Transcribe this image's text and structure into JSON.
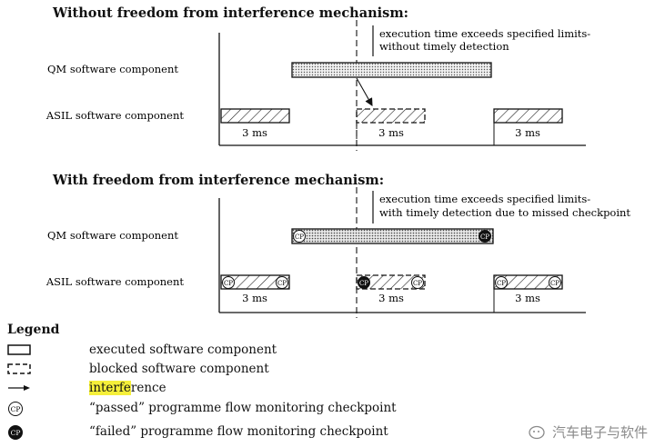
{
  "panels": [
    {
      "heading": "Without freedom from interference mechanism:",
      "annotation_line1": "execution time exceeds specified limits-",
      "annotation_line2": "without timely detection",
      "qm_label": "QM software component",
      "asil_label": "ASIL software component",
      "period_labels": [
        "3 ms",
        "3 ms",
        "3 ms"
      ]
    },
    {
      "heading": "With freedom from interference mechanism:",
      "annotation_line1": "execution time exceeds specified limits-",
      "annotation_line2": "with timely detection due to missed checkpoint",
      "qm_label": "QM software component",
      "asil_label": "ASIL software component",
      "period_labels": [
        "3 ms",
        "3 ms",
        "3 ms"
      ],
      "checkpoint_label": "CP"
    }
  ],
  "legend": {
    "title": "Legend",
    "items": [
      {
        "text": "executed software component"
      },
      {
        "text": "blocked software component"
      },
      {
        "text_highlight": "interfe",
        "text_rest": "rence"
      },
      {
        "text": "“passed” programme flow monitoring checkpoint"
      },
      {
        "text": "“failed” programme flow monitoring checkpoint"
      }
    ],
    "checkpoint_symbol": "CP"
  },
  "watermark": "汽车电子与软件"
}
